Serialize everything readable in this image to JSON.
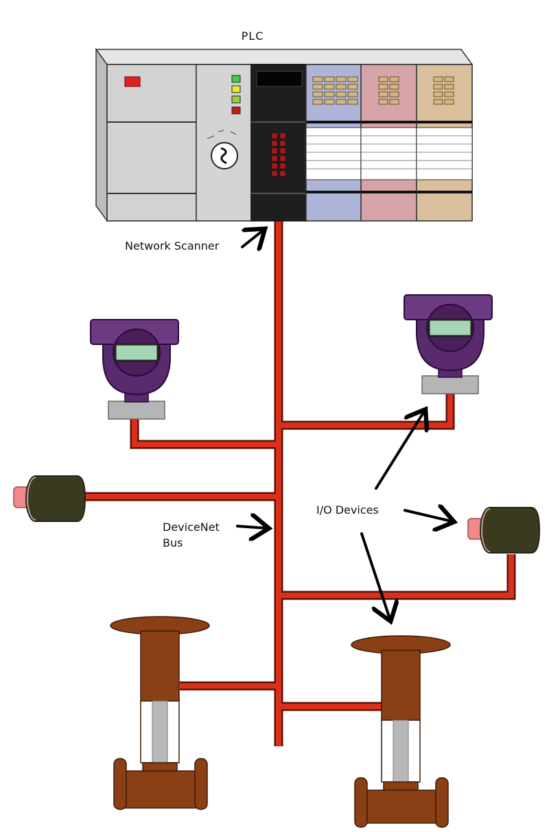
{
  "labels": {
    "plc": "PLC",
    "network_scanner": "Network Scanner",
    "devicenet_line1": "DeviceNet",
    "devicenet_line2": "Bus",
    "io_devices": "I/O Devices"
  },
  "colors": {
    "bus_red": "#d9301c",
    "bus_outline": "#5a1208",
    "plc_gray": "#d7d7d7",
    "scanner_black": "#1e1e1e",
    "module_blue": "#aeb4d8",
    "module_pink": "#d6a4a8",
    "module_tan": "#d9bf9c",
    "transmitter_purple": "#5a2a6e",
    "lcd_green": "#a7d6b4",
    "valve_brown": "#8a3f14",
    "sensor_dark": "#3a3a1e",
    "sensor_tip": "#f08a8a",
    "led_green": "#3fd13f",
    "led_yellow": "#e8e83a",
    "led_red": "#c21a1a"
  },
  "icons": {
    "plc": "plc-rack-icon",
    "scanner": "network-scanner-module-icon",
    "transmitter": "pressure-transmitter-icon",
    "sensor": "proximity-sensor-icon",
    "valve": "valve-icon"
  }
}
